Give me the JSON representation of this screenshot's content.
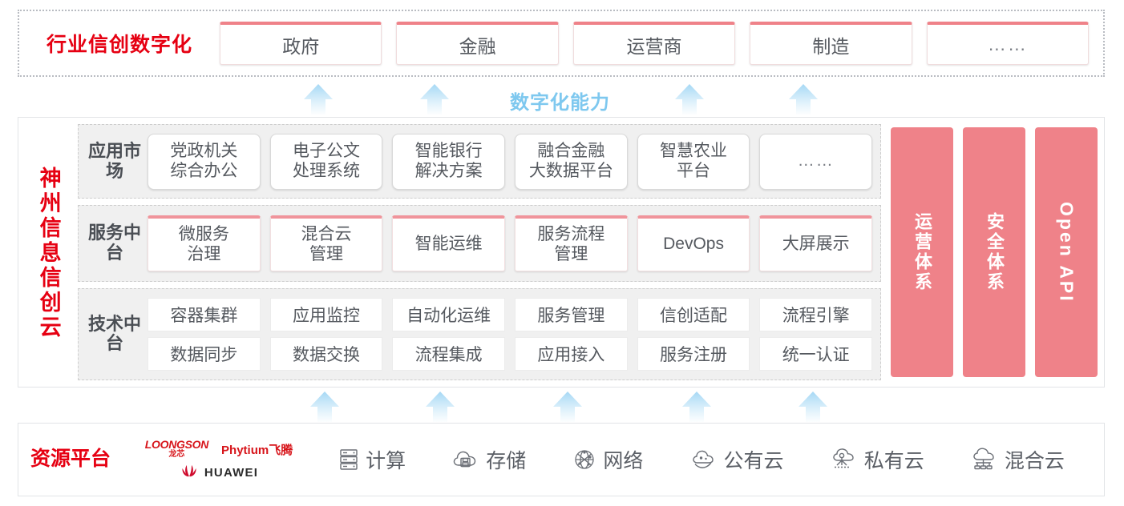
{
  "industry": {
    "title": "行业信创数字化",
    "boxes": [
      {
        "label": "政府"
      },
      {
        "label": "金融"
      },
      {
        "label": "运营商"
      },
      {
        "label": "制造"
      },
      {
        "label": "……"
      }
    ]
  },
  "capability": {
    "label": "数字化能力",
    "arrow_color": "#bfe3f7",
    "label_color": "#7ec8ef",
    "top_arrow_count": 4,
    "bottom_arrow_count": 5
  },
  "cloud": {
    "title": "神州信息信创云",
    "layers": [
      {
        "name": "app-market",
        "label": "应用市场",
        "items": [
          {
            "label": "党政机关\n综合办公"
          },
          {
            "label": "电子公文\n处理系统"
          },
          {
            "label": "智能银行\n解决方案"
          },
          {
            "label": "融合金融\n大数据平台"
          },
          {
            "label": "智慧农业\n平台"
          },
          {
            "label": "……"
          }
        ]
      },
      {
        "name": "service-platform",
        "label": "服务中台",
        "items": [
          {
            "label": "微服务\n治理"
          },
          {
            "label": "混合云\n管理"
          },
          {
            "label": "智能运维"
          },
          {
            "label": "服务流程\n管理"
          },
          {
            "label": "DevOps"
          },
          {
            "label": "大屏展示"
          }
        ]
      },
      {
        "name": "tech-platform",
        "label": "技术中台",
        "rows": [
          [
            {
              "label": "容器集群"
            },
            {
              "label": "应用监控"
            },
            {
              "label": "自动化运维"
            },
            {
              "label": "服务管理"
            },
            {
              "label": "信创适配"
            },
            {
              "label": "流程引擎"
            }
          ],
          [
            {
              "label": "数据同步"
            },
            {
              "label": "数据交换"
            },
            {
              "label": "流程集成"
            },
            {
              "label": "应用接入"
            },
            {
              "label": "服务注册"
            },
            {
              "label": "统一认证"
            }
          ]
        ]
      }
    ],
    "pillars": [
      {
        "label": "运营体系",
        "color": "#ef8289"
      },
      {
        "label": "安全体系",
        "color": "#ef8289"
      },
      {
        "label": "Open API",
        "color": "#ef8289"
      }
    ]
  },
  "resource": {
    "title": "资源平台",
    "vendors": [
      {
        "name": "loongson",
        "en": "LOONGSON",
        "cn": "龙芯"
      },
      {
        "name": "phytium",
        "label": "Phytium飞腾"
      },
      {
        "name": "huawei",
        "label": "HUAWEI"
      }
    ],
    "items": [
      {
        "icon": "server-icon",
        "label": "计算"
      },
      {
        "icon": "storage-cloud-icon",
        "label": "存储"
      },
      {
        "icon": "network-icon",
        "label": "网络"
      },
      {
        "icon": "public-cloud-icon",
        "label": "公有云"
      },
      {
        "icon": "private-cloud-icon",
        "label": "私有云"
      },
      {
        "icon": "hybrid-cloud-icon",
        "label": "混合云"
      }
    ]
  },
  "colors": {
    "brand_red": "#e60012",
    "pink": "#ef8289",
    "arrow_blue": "#bfe3f7",
    "panel_gray": "#f0f0f0"
  }
}
